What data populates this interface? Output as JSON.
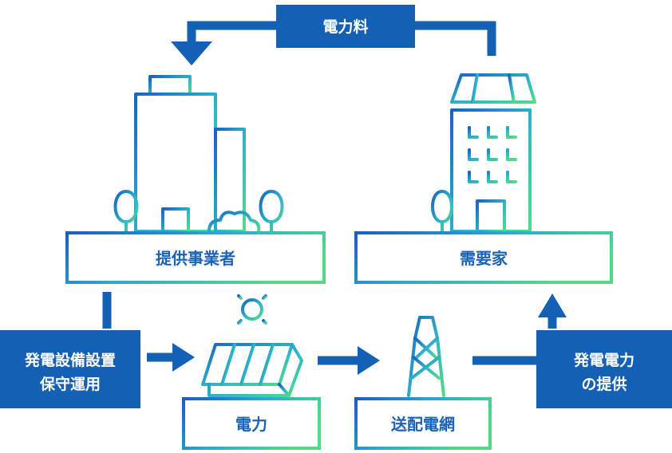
{
  "labels": {
    "fee": "電力料",
    "provider": "提供事業者",
    "consumer": "需要家",
    "maintenance_line1": "発電設備設置",
    "maintenance_line2": "保守運用",
    "power": "電力",
    "grid": "送配電網",
    "supply_line1": "発電電力",
    "supply_line2": "の提供"
  },
  "colors": {
    "blue_dark": "#1460b4",
    "blue": "#1a73c9",
    "teal": "#2eb8c8",
    "green": "#4cd98a"
  },
  "icons": [
    "office-building-icon",
    "tree-icon",
    "apartment-with-solar-icon",
    "sun-icon",
    "solar-panel-icon",
    "transmission-tower-icon",
    "arrow-icon"
  ]
}
